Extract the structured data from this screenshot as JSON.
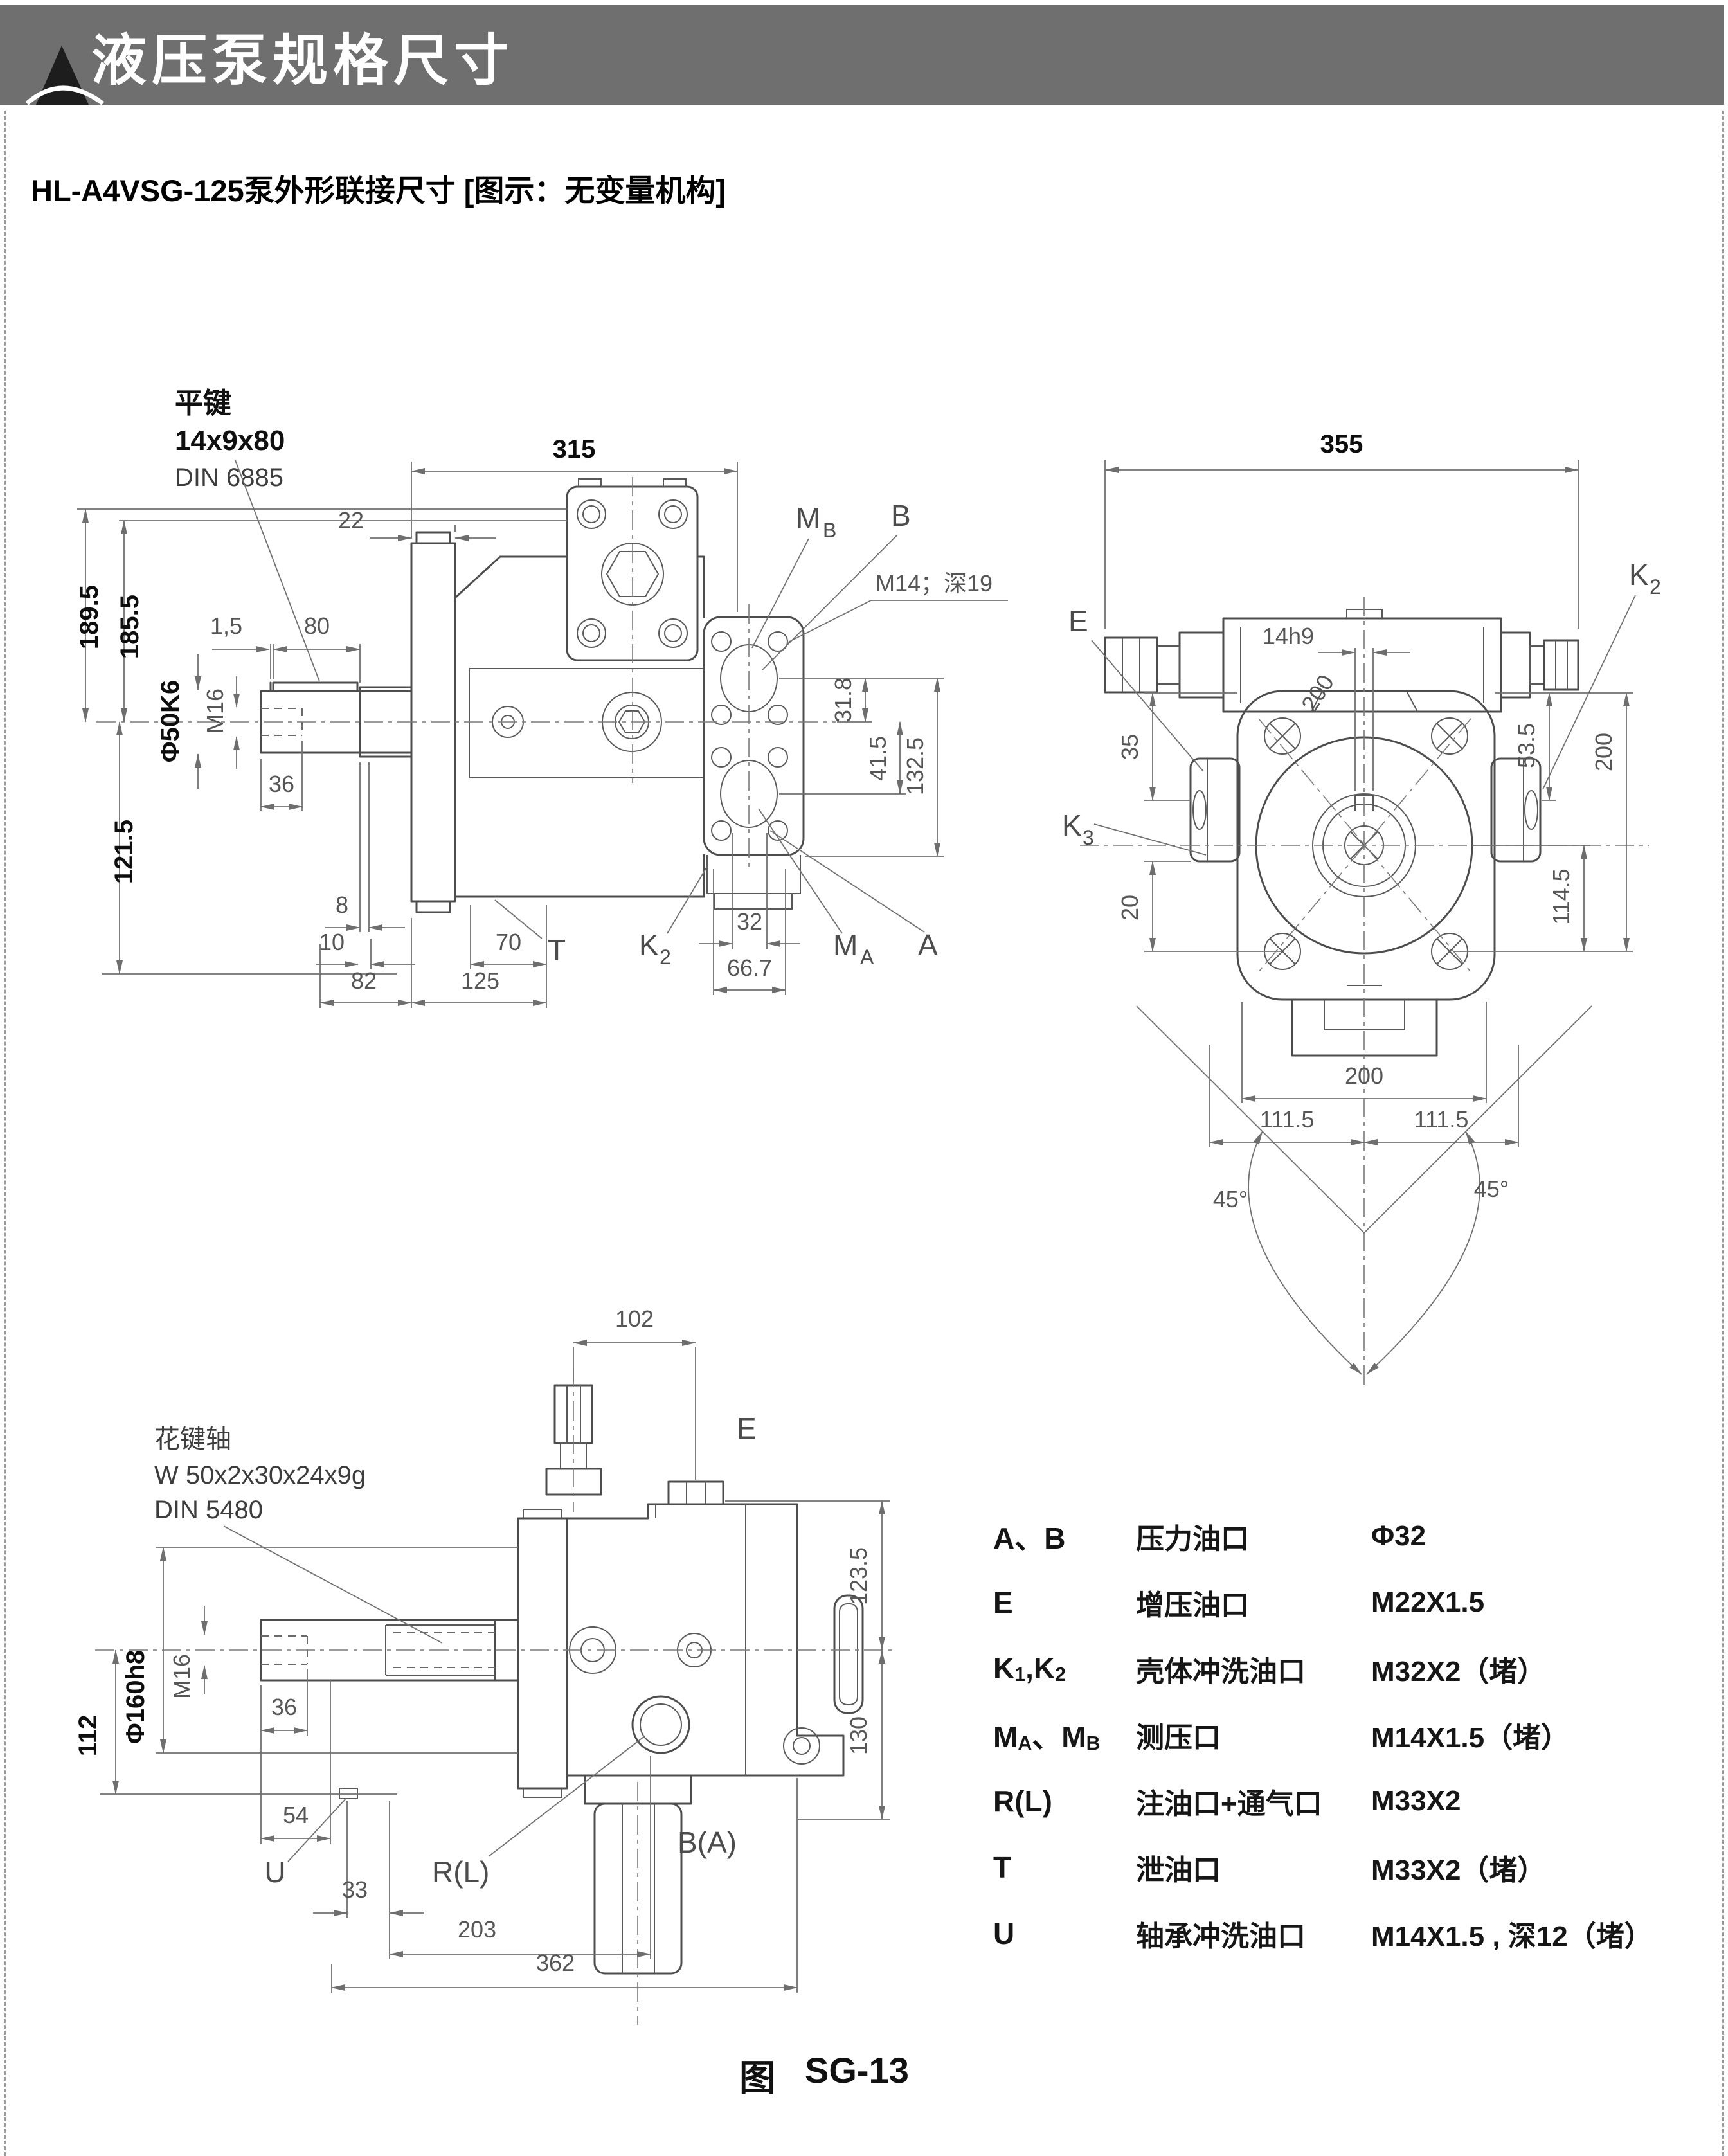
{
  "page": {
    "title": "液压泵规格尺寸",
    "subtitle": "HL-A4VSG-125泵外形联接尺寸 [图示：无变量机构]",
    "figure": {
      "prefix": "图",
      "code": "SG-13"
    }
  },
  "side": {
    "note_key_1": "平键",
    "note_key_2": "14x9x80",
    "note_key_3": "DIN 6885",
    "d315": "315",
    "d22": "22",
    "d189_5": "189.5",
    "d185_5": "185.5",
    "d1_5": "1,5",
    "d80": "80",
    "dphi50": "Φ50K6",
    "dm16": "M16",
    "d36": "36",
    "d121_5": "121.5",
    "d8": "8",
    "d10": "10",
    "d82": "82",
    "d70": "70",
    "d125": "125",
    "t": "T",
    "k2": "K",
    "k2s": "2",
    "d32": "32",
    "d66_7": "66.7",
    "ma": "M",
    "mas": "A",
    "a": "A",
    "mb": "M",
    "mbs": "B",
    "b": "B",
    "m14": "M14；深19",
    "d31_8": "31.8",
    "d41_5": "41.5",
    "d132_5": "132.5"
  },
  "front": {
    "d355": "355",
    "e": "E",
    "k3": "K",
    "k3s": "3",
    "k2": "K",
    "k2s": "2",
    "d14h9": "14h9",
    "d200diag": "200",
    "d35": "35",
    "d20": "20",
    "d53_5": "53.5",
    "d200r": "200",
    "d114_5": "114.5",
    "d200b": "200",
    "d111_5l": "111.5",
    "d111_5r": "111.5",
    "d45l": "45°",
    "d45r": "45°"
  },
  "bottom": {
    "note_sp_1": "花键轴",
    "note_sp_2": "W 50x2x30x24x9g",
    "note_sp_3": "DIN 5480",
    "d102": "102",
    "e": "E",
    "dm16": "M16",
    "dphi160": "Φ160h8",
    "d112": "112",
    "d36": "36",
    "d54": "54",
    "u": "U",
    "d33": "33",
    "rl": "R(L)",
    "d203": "203",
    "d362": "362",
    "ba": "B(A)",
    "d123_5": "123.5",
    "d130": "130"
  },
  "port_table": {
    "rows": [
      {
        "code": [
          {
            "t": "A、B"
          }
        ],
        "name": "压力油口",
        "spec": "Φ32"
      },
      {
        "code": [
          {
            "t": "E"
          }
        ],
        "name": "增压油口",
        "spec": "M22X1.5"
      },
      {
        "code": [
          {
            "t": "K"
          },
          {
            "t": "1",
            "sub": true
          },
          {
            "t": ",K"
          },
          {
            "t": "2",
            "sub": true
          }
        ],
        "name": "壳体冲洗油口",
        "spec": "M32X2（堵）"
      },
      {
        "code": [
          {
            "t": "M"
          },
          {
            "t": "A",
            "sub": true
          },
          {
            "t": "、M"
          },
          {
            "t": "B",
            "sub": true
          }
        ],
        "name": "测压口",
        "spec": "M14X1.5（堵）"
      },
      {
        "code": [
          {
            "t": "R(L)"
          }
        ],
        "name": "注油口+通气口",
        "spec": "M33X2"
      },
      {
        "code": [
          {
            "t": "T"
          }
        ],
        "name": "泄油口",
        "spec": "M33X2（堵）"
      },
      {
        "code": [
          {
            "t": "U"
          }
        ],
        "name": "轴承冲洗油口",
        "spec": "M14X1.5 , 深12（堵）"
      }
    ]
  }
}
